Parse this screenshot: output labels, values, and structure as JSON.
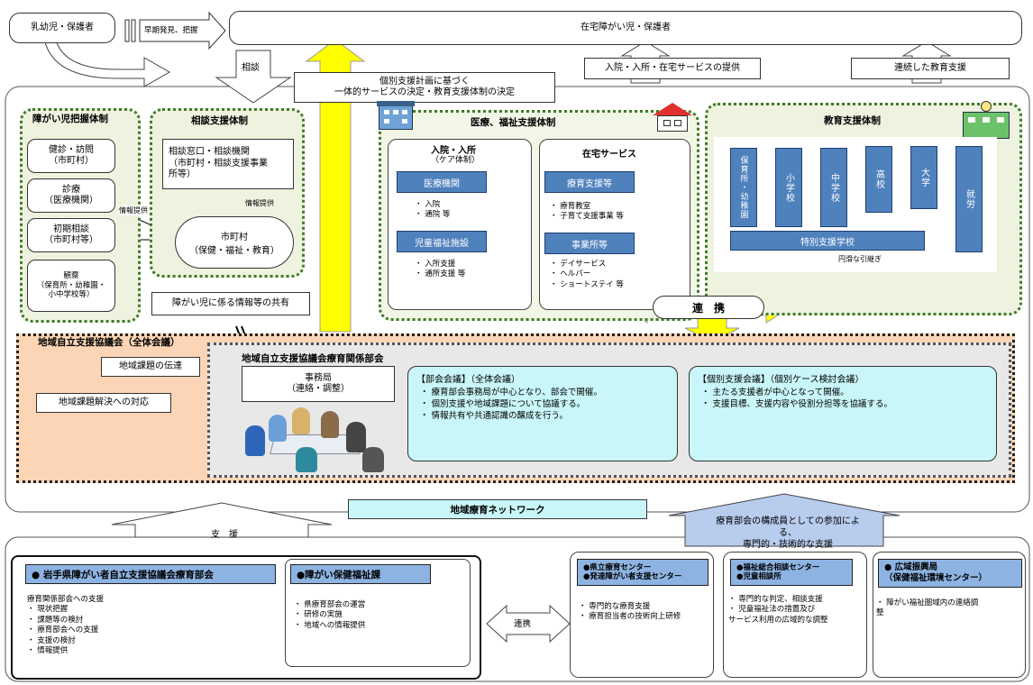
{
  "top": {
    "infant": "乳幼児・保護者",
    "early_detect": "早期発見、把握",
    "home_child": "在宅障がい児・保護者"
  },
  "labels": {
    "consult": "相談",
    "plan": "個別支援計画に基づく\n一体的サービスの決定・教育支援体制の決定",
    "services": "入院・入所・在宅サービスの提供",
    "edu_support": "連続した教育支援"
  },
  "grasp": {
    "title": "障がい児把握体制",
    "items": [
      "健診・訪問\n（市町村）",
      "診療\n（医療機関）",
      "初期相談\n（市町村等）",
      "観察\n（保育所・幼稚園・\n小中学校等）"
    ],
    "info1": "情報提供",
    "info2": "情報提供"
  },
  "consult_sys": {
    "title": "相談支援体制",
    "window": "相談窓口・相談機関\n（市町村・相談支援事業\n所等）",
    "city": "市町村\n（保健・福祉・教育）",
    "share": "障がい児に係る情報等の共有"
  },
  "med": {
    "title": "医療、福祉支援体制",
    "inpatient": "入院・入所",
    "care": "（ケア体制）",
    "hospital": "医療機関",
    "hospital_items": "・ 入院\n・ 通院 等",
    "welfare": "児童福祉施設",
    "welfare_items": "・ 入所支援\n・ 通所支援 等",
    "home_svc": "在宅サービス",
    "ryoiku": "療育支援等",
    "ryoiku_items": "・ 療育教室\n・ 子育て支援事業 等",
    "office": "事業所等",
    "office_items": "・ デイサービス\n・ ヘルパー\n・ ショートステイ 等"
  },
  "edu": {
    "title": "教育支援体制",
    "schools": [
      "保育所・幼稚園",
      "小学校",
      "中学校",
      "高校",
      "大学",
      "就労"
    ],
    "special": "特別支援学校",
    "smooth": "円滑な引継ぎ"
  },
  "renkei": "連　携",
  "council": {
    "title": "地域自立支援協議会（全体会議）",
    "issue": "地域課題の伝達",
    "response": "地域課題解決への対応",
    "sub_title": "地域自立支援協議会療育関係部会",
    "office": "事務局\n（連絡・調整）",
    "meeting_title": "【部会会議】（全体会議）",
    "meeting_items": "・ 療育部会事務局が中心となり、部会で開催。\n・ 個別支援や地域課題について協議する。\n・ 情報共有や共通認識の醸成を行う。",
    "case_title": "【個別支援会議】（個別ケース検討会議）",
    "case_items": "・ 主たる支援者が中心となって開催。\n・ 支援目標、支援内容や役割分担等を協議する。"
  },
  "network": "地域療育ネットワーク",
  "support": "支　援",
  "participation": "療育部会の構成員としての参加による、\n専門的・技術的な支援",
  "bottom": {
    "iwate_title": "● 岩手県障がい者自立支援協議会療育部会",
    "iwate_items": "療育関係部会への支援\n・ 現状把握\n・ 課題等の検討\n・ 療育部会への支援\n・ 支援の検討\n・ 情報提供",
    "dept_title": "●障がい保健福祉課",
    "dept_items": "・ 県療育部会の運営\n・ 研修の実施\n・ 地域への情報提供",
    "renkei": "連携",
    "center1_title": "●県立療育センター\n●発達障がい者支援センター",
    "center1_items": "・ 専門的な療育支援\n・ 療育担当者の技術向上研修",
    "center2_title": "●福祉総合相談センター\n●児童相談所",
    "center2_items": "・ 専門的な判定、相談支援\n・ 児童福祉法の措置及び\nサービス利用の広域的な調整",
    "center3_title": "● 広域振興局\n（保健福祉環境センター）",
    "center3_items": "・ 障がい福祉圏域内の連絡調\n整"
  },
  "colors": {
    "green_bg": "#eef3df",
    "orange_bg": "#fbd5b5",
    "cyan": "#c9f6f8",
    "yellow": "#ffff00",
    "blue": "#4f81bd"
  }
}
